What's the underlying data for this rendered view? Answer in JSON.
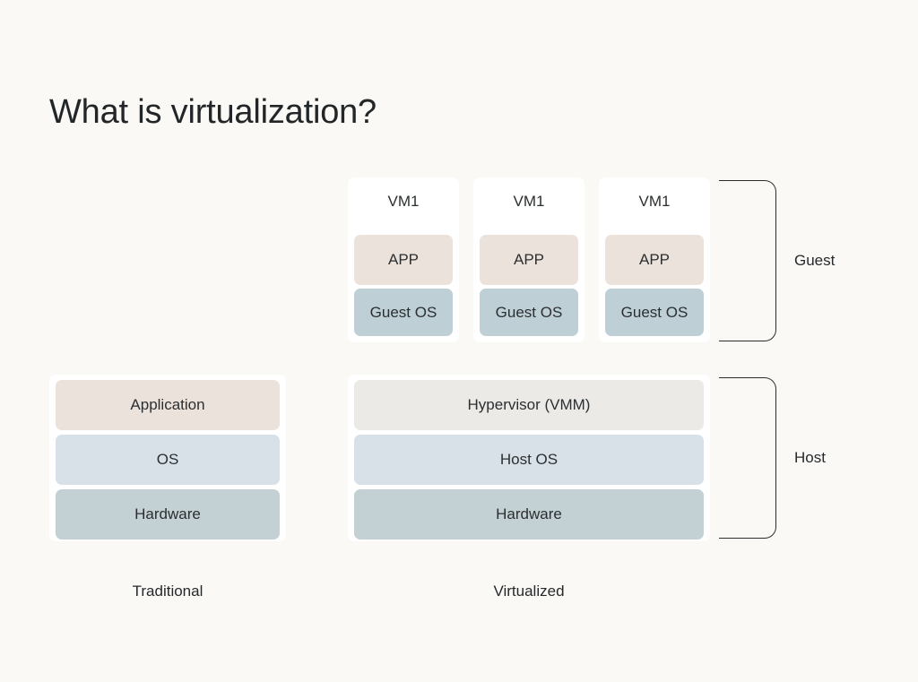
{
  "title": "What is virtualization?",
  "background_color": "#faf9f6",
  "palette": {
    "application": "#ece2dc",
    "os": "#d9e1e8",
    "hardware": "#c3d0d4",
    "hypervisor": "#ebeae6",
    "guest_os": "#bed0d6",
    "card": "#ffffff",
    "text": "#26292b",
    "bracket": "#2b2d2e"
  },
  "guest_section": {
    "bracket_label": "Guest",
    "vms": [
      {
        "name": "VM1",
        "app": "APP",
        "guest_os": "Guest OS"
      },
      {
        "name": "VM1",
        "app": "APP",
        "guest_os": "Guest OS"
      },
      {
        "name": "VM1",
        "app": "APP",
        "guest_os": "Guest OS"
      }
    ]
  },
  "host_section": {
    "bracket_label": "Host"
  },
  "traditional_stack": {
    "caption": "Traditional",
    "layers": [
      {
        "label": "Application",
        "color": "#ece2dc"
      },
      {
        "label": "OS",
        "color": "#d9e1e8"
      },
      {
        "label": "Hardware",
        "color": "#c3d0d4"
      }
    ]
  },
  "virtualized_stack": {
    "caption": "Virtualized",
    "layers": [
      {
        "label": "Hypervisor (VMM)",
        "color": "#ebeae6"
      },
      {
        "label": "Host OS",
        "color": "#d9e1e8"
      },
      {
        "label": "Hardware",
        "color": "#c3d0d4"
      }
    ]
  }
}
